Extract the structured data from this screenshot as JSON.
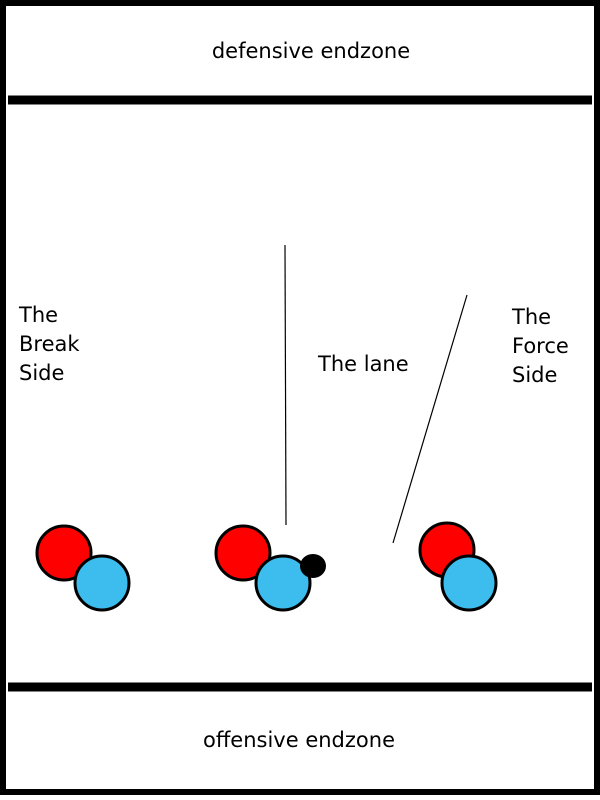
{
  "endzones": {
    "top_label": "defensive endzone",
    "bottom_label": "offensive endzone"
  },
  "zones": {
    "break_side": [
      "The",
      "Break",
      "Side"
    ],
    "lane": "The lane",
    "force_side": [
      "The",
      "Force",
      "Side"
    ]
  },
  "colors": {
    "border": "#000000",
    "background": "#ffffff",
    "defender": "#ff0000",
    "offense": "#3dbcee",
    "disc": "#000000"
  },
  "players": {
    "defenders": 3,
    "offense": 3,
    "disc": 1
  }
}
